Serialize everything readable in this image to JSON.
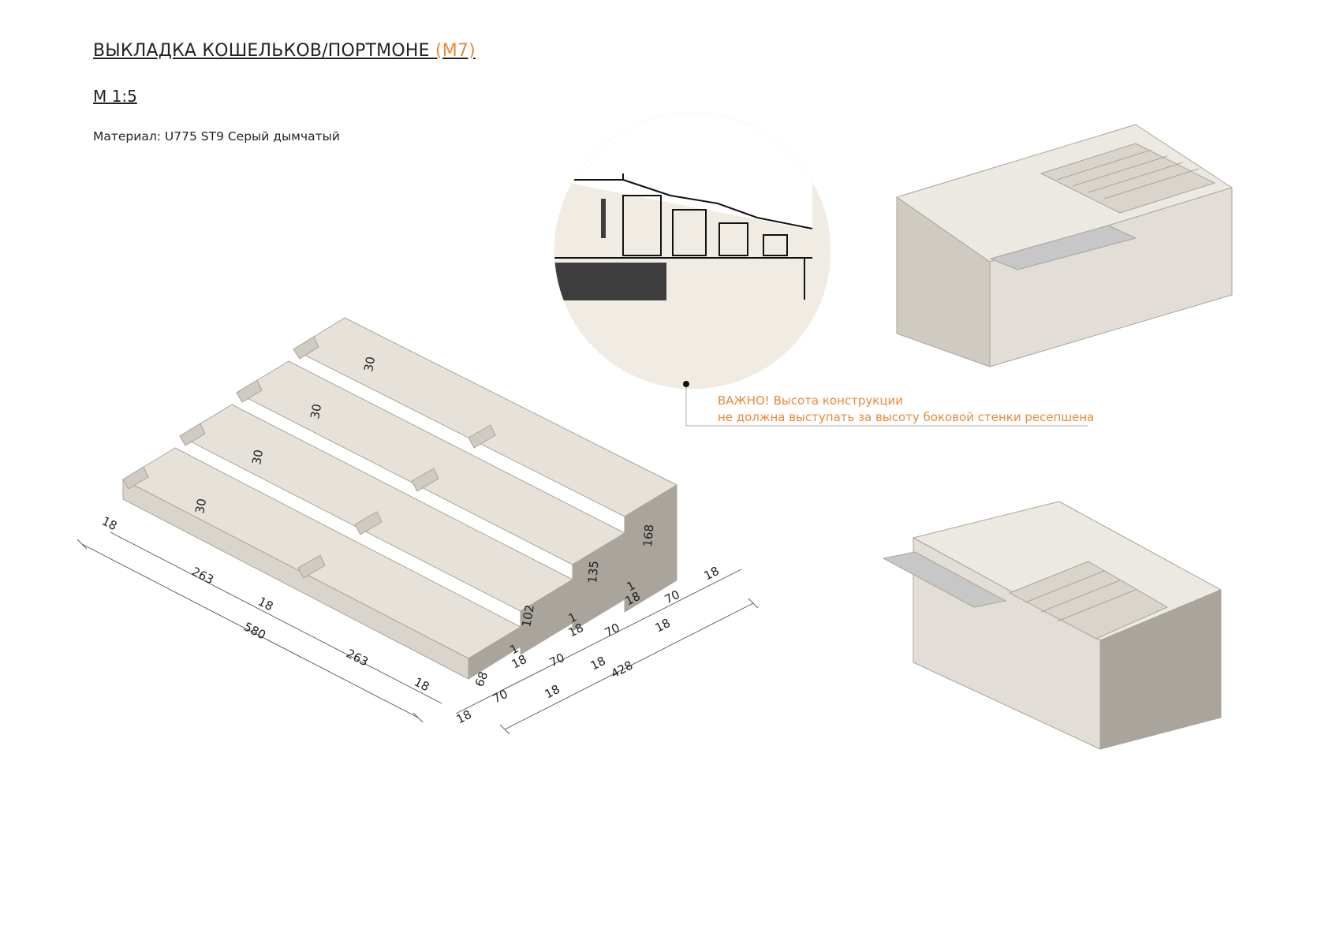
{
  "header": {
    "title": "ВЫКЛАДКА КОШЕЛЬКОВ/ПОРТМОНЕ",
    "title_code": "(M7)",
    "scale": "М 1:5",
    "material": "Материал: U775 ST9 Серый дымчатый"
  },
  "note": {
    "line1": "ВАЖНО! Высота конструкции",
    "line2": "не должна выступать за высоту боковой стенки ресепшена"
  },
  "dims": {
    "depth_total": "580",
    "depth_part": "263",
    "wall": "18",
    "width_total": "428",
    "channel": "70",
    "gap": "1",
    "h1": "68",
    "h2": "102",
    "h3": "135",
    "h4": "168",
    "lip": "30"
  },
  "colors": {
    "accent": "#e88a3c",
    "panel_top": "#e6e2da",
    "panel_side": "#cfcac2",
    "panel_dark": "#a9a49c"
  }
}
